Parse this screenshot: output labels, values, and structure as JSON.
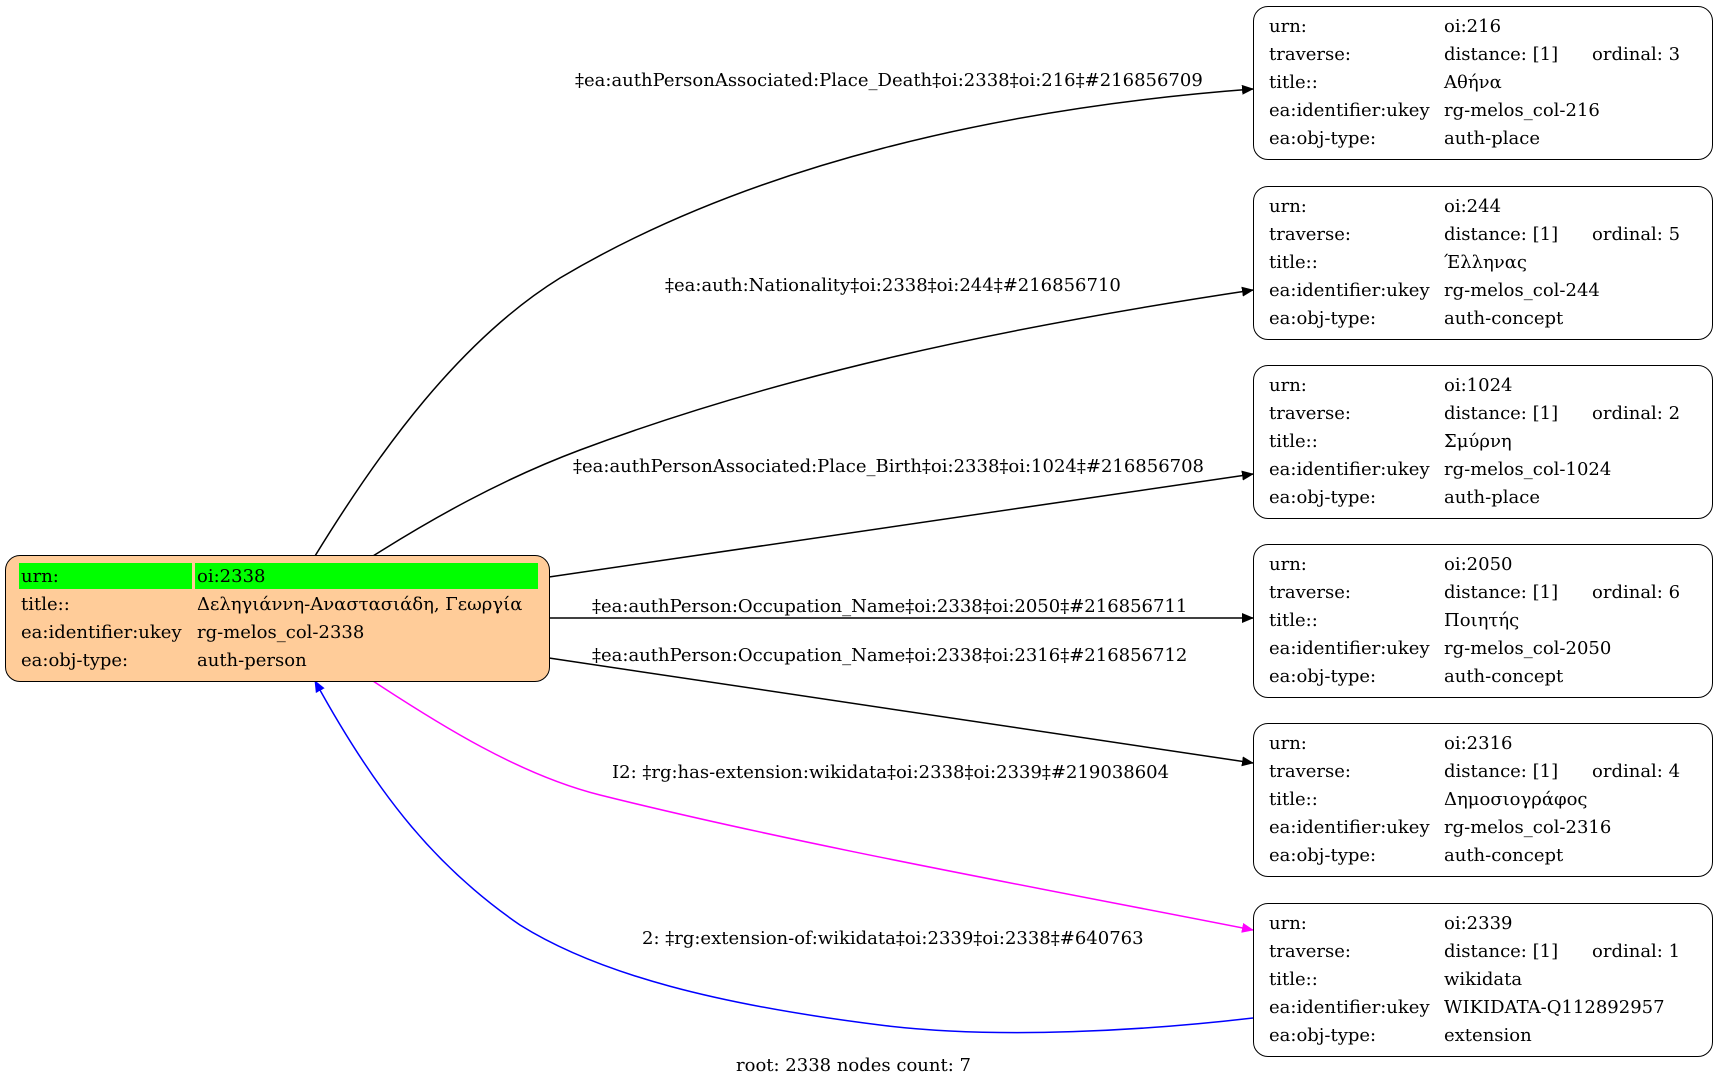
{
  "graph": {
    "footer": "root: 2338 nodes count: 7",
    "colors": {
      "root_fill": "#ffcc99",
      "root_highlight": "#00ff00",
      "edge_default": "#000000",
      "edge_has_extension": "#ff00ff",
      "edge_extension_of": "#0000ff"
    },
    "root": {
      "id": "oi:2338",
      "rows": [
        {
          "key": "urn:",
          "value": "oi:2338"
        },
        {
          "key": "title::",
          "value": "Δεληγιάννη-Αναστασιάδη, Γεωργία"
        },
        {
          "key": "ea:identifier:ukey",
          "value": "rg-melos_col-2338"
        },
        {
          "key": "ea:obj-type:",
          "value": "auth-person"
        }
      ]
    },
    "nodes": [
      {
        "id": "oi:216",
        "urn": "oi:216",
        "distance": "distance: [1]",
        "ordinal": "ordinal: 3",
        "title": "Αθήνα",
        "ukey": "rg-melos_col-216",
        "obj_type": "auth-place"
      },
      {
        "id": "oi:244",
        "urn": "oi:244",
        "distance": "distance: [1]",
        "ordinal": "ordinal: 5",
        "title": "Έλληνας",
        "ukey": "rg-melos_col-244",
        "obj_type": "auth-concept"
      },
      {
        "id": "oi:1024",
        "urn": "oi:1024",
        "distance": "distance: [1]",
        "ordinal": "ordinal: 2",
        "title": "Σμύρνη",
        "ukey": "rg-melos_col-1024",
        "obj_type": "auth-place"
      },
      {
        "id": "oi:2050",
        "urn": "oi:2050",
        "distance": "distance: [1]",
        "ordinal": "ordinal: 6",
        "title": "Ποιητής",
        "ukey": "rg-melos_col-2050",
        "obj_type": "auth-concept"
      },
      {
        "id": "oi:2316",
        "urn": "oi:2316",
        "distance": "distance: [1]",
        "ordinal": "ordinal: 4",
        "title": "Δημοσιογράφος",
        "ukey": "rg-melos_col-2316",
        "obj_type": "auth-concept"
      },
      {
        "id": "oi:2339",
        "urn": "oi:2339",
        "distance": "distance: [1]",
        "ordinal": "ordinal: 1",
        "title": "wikidata",
        "ukey": "WIKIDATA-Q112892957",
        "obj_type": "extension"
      }
    ],
    "row_keys": {
      "urn": "urn:",
      "traverse": "traverse:",
      "title": "title::",
      "ukey": "ea:identifier:ukey",
      "obj_type": "ea:obj-type:"
    },
    "edges": [
      {
        "from": "oi:2338",
        "to": "oi:216",
        "label": "‡ea:authPersonAssociated:Place_Death‡oi:2338‡oi:216‡#216856709",
        "kind": "default"
      },
      {
        "from": "oi:2338",
        "to": "oi:244",
        "label": "‡ea:auth:Nationality‡oi:2338‡oi:244‡#216856710",
        "kind": "default"
      },
      {
        "from": "oi:2338",
        "to": "oi:1024",
        "label": "‡ea:authPersonAssociated:Place_Birth‡oi:2338‡oi:1024‡#216856708",
        "kind": "default"
      },
      {
        "from": "oi:2338",
        "to": "oi:2050",
        "label": "‡ea:authPerson:Occupation_Name‡oi:2338‡oi:2050‡#216856711",
        "kind": "default"
      },
      {
        "from": "oi:2338",
        "to": "oi:2316",
        "label": "‡ea:authPerson:Occupation_Name‡oi:2338‡oi:2316‡#216856712",
        "kind": "default"
      },
      {
        "from": "oi:2338",
        "to": "oi:2339",
        "label": "I2: ‡rg:has-extension:wikidata‡oi:2338‡oi:2339‡#219038604",
        "kind": "has_extension"
      },
      {
        "from": "oi:2339",
        "to": "oi:2338",
        "label": "2: ‡rg:extension-of:wikidata‡oi:2339‡oi:2338‡#640763",
        "kind": "extension_of"
      }
    ]
  }
}
